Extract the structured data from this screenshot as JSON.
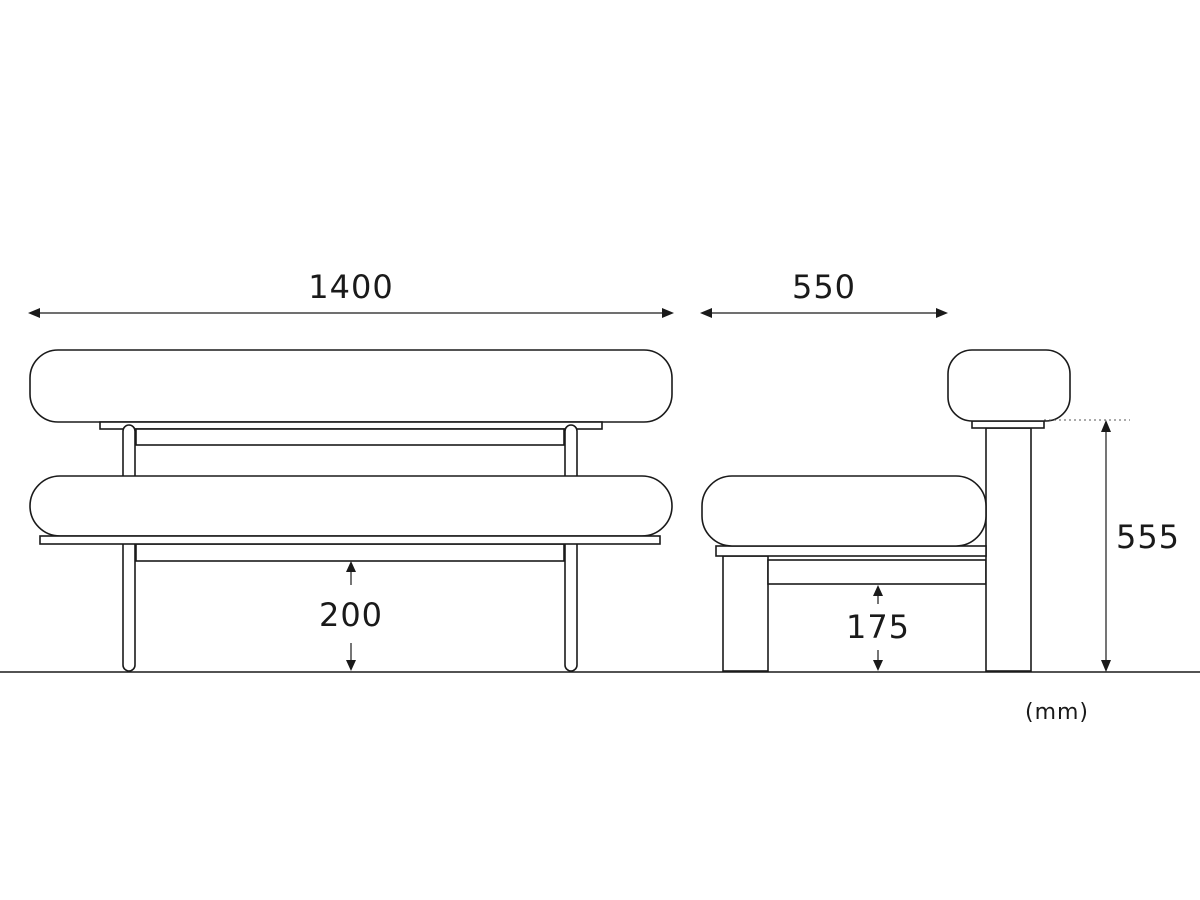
{
  "dimensions": {
    "front_width": "1400",
    "side_depth": "550",
    "front_seat_clearance": "200",
    "side_seat_clearance": "175",
    "overall_height": "555"
  },
  "unit": "(mm)",
  "colors": {
    "line": "#1a1a1a",
    "background": "#ffffff"
  }
}
